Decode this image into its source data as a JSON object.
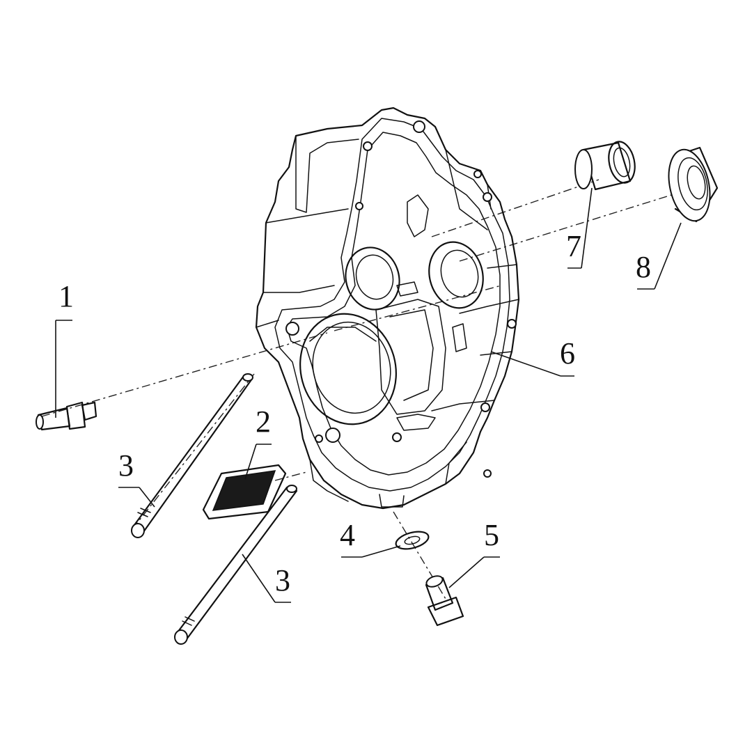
{
  "diagram": {
    "callouts": [
      {
        "number": "1",
        "part": "bolt-left"
      },
      {
        "number": "2",
        "part": "gasket"
      },
      {
        "number": "3",
        "part": "stud-upper"
      },
      {
        "number": "3",
        "part": "stud-lower"
      },
      {
        "number": "4",
        "part": "washer"
      },
      {
        "number": "5",
        "part": "drain-plug"
      },
      {
        "number": "6",
        "part": "crankcase-half"
      },
      {
        "number": "7",
        "part": "bushing"
      },
      {
        "number": "8",
        "part": "bearing"
      }
    ]
  },
  "colors": {
    "background": "#ffffff",
    "linework": "#111111"
  }
}
